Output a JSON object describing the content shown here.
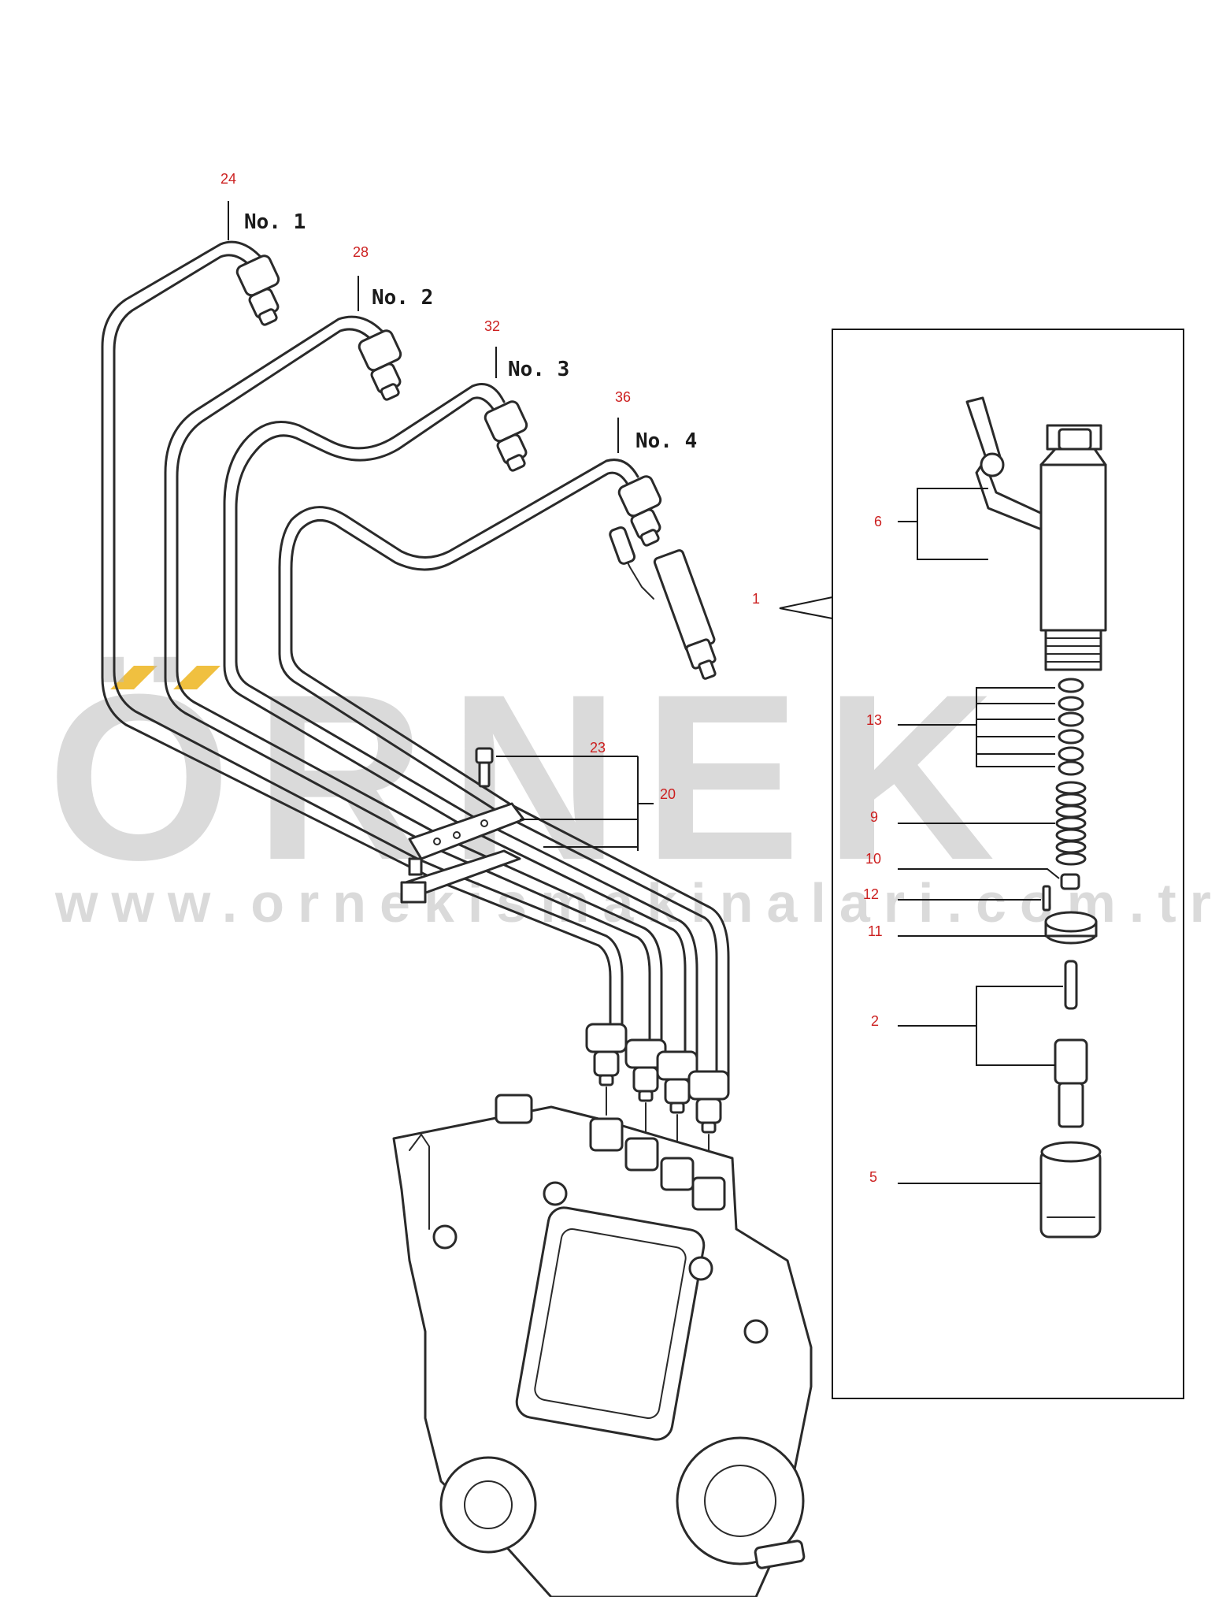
{
  "watermark": {
    "brand": "ÖRNEK",
    "website": "www.ornekismakinalari.com.tr",
    "brand_color": "#bdbdbd",
    "accent_color": "#f0c040"
  },
  "cylinder_labels": [
    "No. 1",
    "No. 2",
    "No. 3",
    "No. 4"
  ],
  "callouts": {
    "pipe_no1": "24",
    "pipe_no2": "28",
    "pipe_no3": "32",
    "pipe_no4": "36",
    "injector_assembly": "1",
    "clamp_bolt": "23",
    "clamp_assembly": "20",
    "injector_holder": "6",
    "adjusting_shims": "13",
    "spring": "9",
    "spring_seat": "10",
    "pin": "12",
    "distance_piece": "11",
    "nozzle": "2",
    "retaining_nut": "5"
  },
  "colors": {
    "callout_number": "#cc1f1f",
    "line_art": "#2a2a2a"
  }
}
